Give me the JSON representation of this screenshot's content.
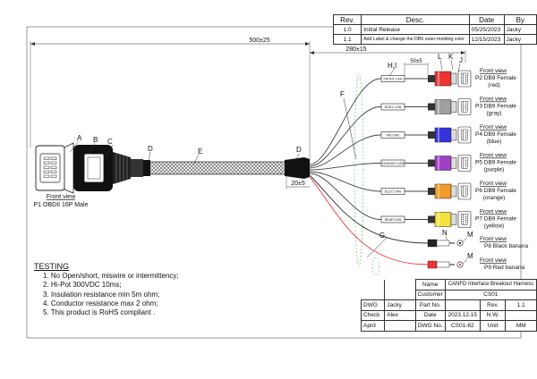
{
  "revisions": {
    "headers": {
      "rev": "Rev.",
      "desc": "Desc.",
      "date": "Date",
      "by": "By"
    },
    "rows": [
      {
        "rev": "1.0",
        "desc": "Initial Release",
        "date": "05/25/2023",
        "by": "Jacky"
      },
      {
        "rev": "1.1",
        "desc": "Add Label & change the DB9 outer-molding color",
        "date": "12/15/2023",
        "by": "Jacky"
      }
    ]
  },
  "dimensions": {
    "overall": "500±25",
    "breakout": "280±15",
    "jacket_end": "20±5",
    "label_offset": "50±5"
  },
  "letters": {
    "A": "A",
    "B": "B",
    "C": "C",
    "D": "D",
    "E": "E",
    "F": "F",
    "G": "G",
    "HI": "H,I",
    "J": "J",
    "K": "K",
    "L": "L",
    "M": "M",
    "N": "N"
  },
  "p1": {
    "view": "Front view",
    "label": "P1 OBDII 16P Male"
  },
  "connectors": [
    {
      "view": "Front view",
      "line1": "P2 DB9 Female",
      "line2": "(red)",
      "color": "#ee3333",
      "tag": "FRONT CAN"
    },
    {
      "view": "Front view",
      "line1": "P3 DB9 Female",
      "line2": "(gray)",
      "color": "#a0a0a0",
      "tag": "BODY CAN"
    },
    {
      "view": "Front view",
      "line1": "P4 DB9 Female",
      "line2": "(blue)",
      "color": "#3333dd",
      "tag": "MS CAN"
    },
    {
      "view": "Front view",
      "line1": "P5 DB9 Female",
      "line2": "(purple)",
      "color": "#a040c8",
      "tag": "CHASSIS CAN"
    },
    {
      "view": "Front view",
      "line1": "P6 DB9 Female",
      "line2": "(orange)",
      "color": "#f39a2a",
      "tag": "ELEC CAN"
    },
    {
      "view": "Front view",
      "line1": "P7 DB9 Female",
      "line2": "(yellow)",
      "color": "#f2e23a",
      "tag": "REAR CAN"
    }
  ],
  "bananas": [
    {
      "view": "Front view",
      "label": "P8 Black banana",
      "color": "#222222"
    },
    {
      "view": "Front view",
      "label": "P9 Red banana",
      "color": "#ee3333"
    }
  ],
  "testing": {
    "heading": "TESTING",
    "items": [
      "1. No Open/short, miswire or intermittency;",
      "2. Hi-Pot 300VDC 10ms;",
      "3. Insulation resistance min 5m ohm;",
      "4. Conductor resistance max 2 ohm;",
      "5. This product is RoHS compliant ."
    ]
  },
  "title_block": {
    "name_label": "Name",
    "name_value": "CANFD Interface Breakout Harness",
    "customer_label": "Customer",
    "customer_value": "CS01",
    "dwg_label": "DWG",
    "dwg_by": "Jacky",
    "part_label": "Part No.",
    "part_value": "",
    "rev_label": "Rev.",
    "rev_value": "1.1",
    "check_label": "Check",
    "check_by": "Alex",
    "date_label": "Date",
    "date_value": "2023.12.15",
    "nw_label": "N.W.",
    "nw_value": "",
    "aprd_label": "Aprd",
    "aprd_by": "",
    "dwgno_label": "DWG No.",
    "dwgno_value": "CS01-82",
    "unit_label": "Unit",
    "unit_value": "MM"
  }
}
